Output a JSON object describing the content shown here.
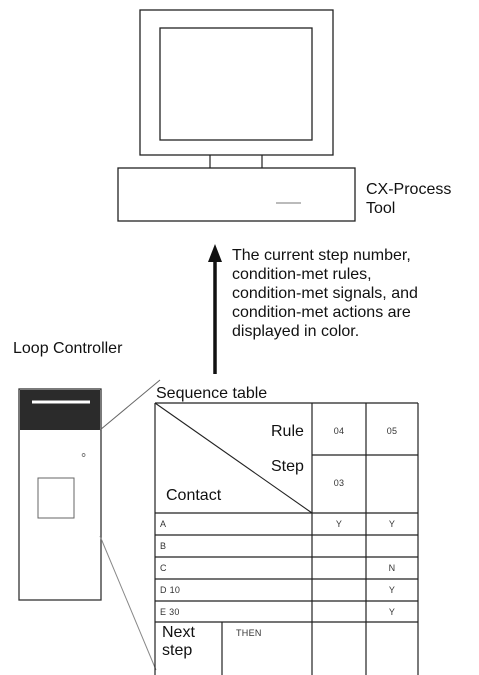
{
  "tool": {
    "label_line1": "CX-Process",
    "label_line2": "Tool"
  },
  "description": {
    "line1": "The current step number,",
    "line2": "condition-met rules,",
    "line3": "condition-met signals, and",
    "line4": "condition-met actions are",
    "line5": "displayed in color."
  },
  "loop_controller": {
    "label": "Loop Controller"
  },
  "sequence_table": {
    "label": "Sequence table",
    "header": {
      "rule_label": "Rule",
      "step_label": "Step",
      "contact_label": "Contact",
      "rule_values": [
        "04",
        "05"
      ],
      "step_values": [
        "03",
        ""
      ]
    },
    "rows": [
      {
        "contact": "A",
        "values": [
          "Y",
          "Y"
        ]
      },
      {
        "contact": "B",
        "values": [
          "",
          ""
        ]
      },
      {
        "contact": "C",
        "values": [
          "",
          "N"
        ]
      },
      {
        "contact": "D 10",
        "values": [
          "",
          "Y"
        ]
      },
      {
        "contact": "E 30",
        "values": [
          "",
          "Y"
        ]
      }
    ],
    "footer": {
      "next_step_line1": "Next",
      "next_step_line2": "step",
      "then_label": "THEN"
    }
  }
}
